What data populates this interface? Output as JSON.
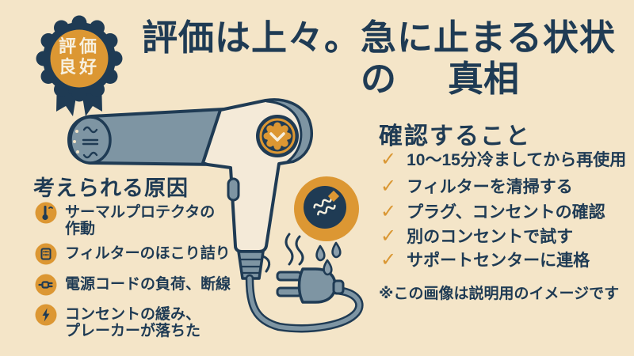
{
  "colors": {
    "background": "#f4e5c8",
    "navy": "#1f3b54",
    "orange": "#dc9733",
    "bluegray": "#7e95a3",
    "dryer_body": "#f4ead8",
    "badge_text": "#f7f0df"
  },
  "badge": {
    "line1": "評価",
    "line2": "良好"
  },
  "title": {
    "line1": "評価は上々。急に止まる状状の",
    "line2": "真相"
  },
  "causes": {
    "heading": "考えられる原因",
    "items": [
      {
        "icon": "thermometer-icon",
        "text": "サーマルプロテクタの\n作動"
      },
      {
        "icon": "filter-icon",
        "text": "フィルターのほこり詰り"
      },
      {
        "icon": "power-cord-icon",
        "text": "電源コードの負荷、断線"
      },
      {
        "icon": "lightning-icon",
        "text": "コンセントの緩み、\nプレーカーが落ちた"
      }
    ]
  },
  "checks": {
    "heading": "確認すること",
    "check_glyph": "✓",
    "items": [
      "10〜15分冷ましてから再使用",
      "フィルターを清掃する",
      "プラグ、コンセントの確認",
      "別のコンセントで試す",
      "サポートセンターに連格"
    ]
  },
  "note": "※この画像は説明用のイメージです"
}
